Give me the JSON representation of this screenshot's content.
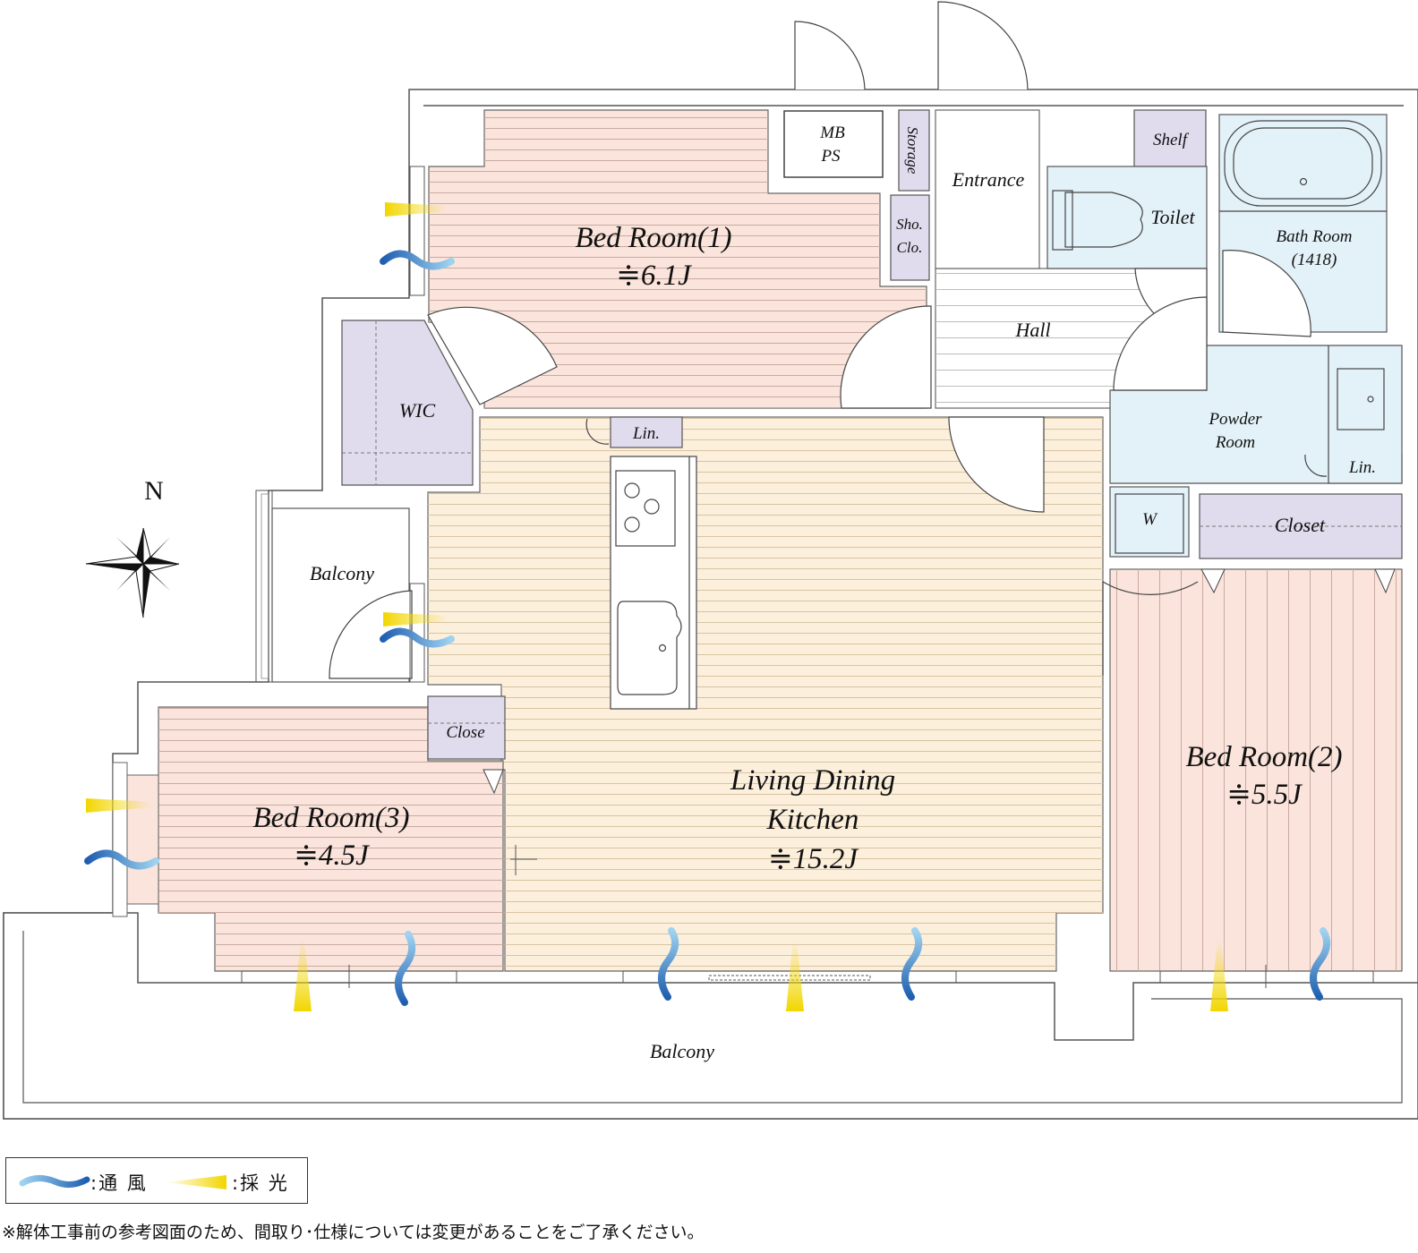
{
  "rooms": {
    "bed1_name": "Bed Room(1)",
    "bed1_size": "≑6.1J",
    "bed2_name": "Bed Room(2)",
    "bed2_size": "≑5.5J",
    "bed3_name": "Bed Room(3)",
    "bed3_size": "≑4.5J",
    "ldk_line1": "Living Dining",
    "ldk_line2": "Kitchen",
    "ldk_size": "≑15.2J",
    "wic": "WIC",
    "mb": "MB",
    "ps": "PS",
    "storage": "Storage",
    "sho": "Sho.",
    "clo": "Clo.",
    "entrance": "Entrance",
    "shelf": "Shelf",
    "toilet": "Toilet",
    "bath_line1": "Bath Room",
    "bath_line2": "(1418)",
    "hall": "Hall",
    "powder_line1": "Powder",
    "powder_line2": "Room",
    "lin_kitchen": "Lin.",
    "lin_powder": "Lin.",
    "washer": "W",
    "closet": "Closet",
    "close": "Close",
    "balcony_small": "Balcony",
    "balcony_main": "Balcony"
  },
  "compass": {
    "label": "N"
  },
  "legend": {
    "ventilation": ":通 風",
    "daylight": ":採 光"
  },
  "footnote": "※解体工事前の参考図面のため、間取り･仕様については変更があることをご了承ください。",
  "colors": {
    "bedroom_fill": "#fae4dc",
    "ldk_fill": "#fcefdc",
    "storage_fill": "#e0dcee",
    "wet_fill": "#e3f2f8",
    "hall_fill": "#ffffff",
    "light_arrow": "#f2d600",
    "wind_arrow": "#2b6cb8",
    "wall": "#555555"
  }
}
